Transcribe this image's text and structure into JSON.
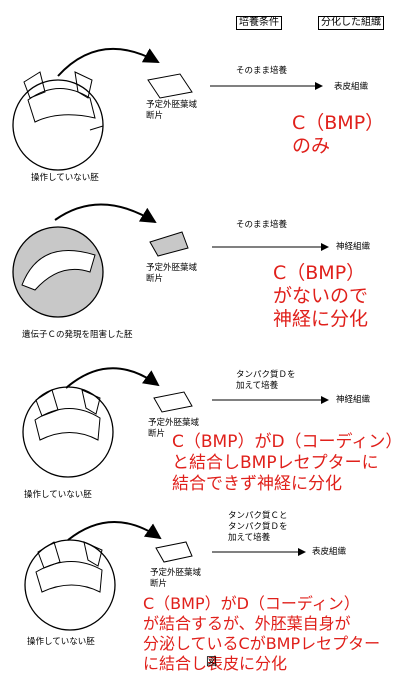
{
  "header": {
    "culture_condition": "培養条件",
    "differentiated_tissue": "分化した組織"
  },
  "fragment_label": [
    "予定外胚葉域",
    "断片"
  ],
  "rows": [
    {
      "embryo_label": "操作していない胚",
      "condition": [
        "そのまま培養"
      ],
      "tissue": "表皮組織",
      "note": [
        "C（BMP）",
        "のみ"
      ]
    },
    {
      "embryo_label": "遺伝子Ｃの発現を阻害した胚",
      "condition": [
        "そのまま培養"
      ],
      "tissue": "神経組織",
      "note": [
        "C（BMP）",
        "がないので",
        "神経に分化"
      ]
    },
    {
      "embryo_label": "操作していない胚",
      "condition": [
        "タンパク質Ｄを",
        "加えて培養"
      ],
      "tissue": "神経組織",
      "note": [
        "C（BMP）がD（コーディン）",
        "と結合しBMPレセプターに",
        "結合できず神経に分化"
      ]
    },
    {
      "embryo_label": "操作していない胚",
      "condition": [
        "タンパク質Ｃと",
        "タンパク質Ｄを",
        "加えて培養"
      ],
      "tissue": "表皮組織",
      "note": [
        "C（BMP）がD（コーディン）",
        "が結合するが、外胚葉自身が",
        "分泌しているCがBMPレセプター",
        "に結合し表皮に分化"
      ]
    }
  ],
  "figure_label": "図"
}
